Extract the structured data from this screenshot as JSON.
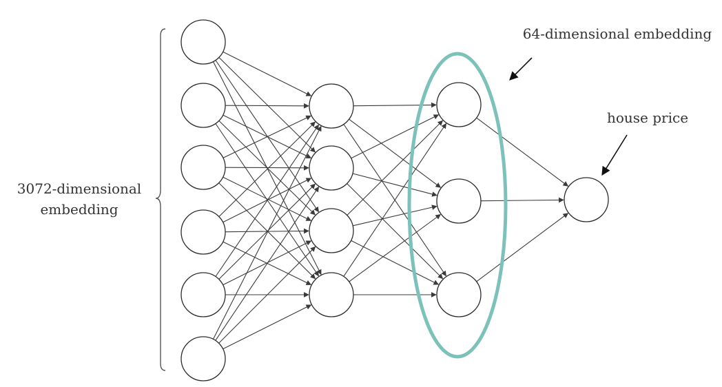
{
  "labels": {
    "input_line1": "3072-dimensional",
    "input_line2": "embedding",
    "hidden_embedding": "64-dimensional embedding",
    "output": "house price"
  },
  "network": {
    "layers": [
      6,
      4,
      3,
      1
    ],
    "fully_connected": true,
    "highlighted_layer": 2
  },
  "colors": {
    "highlight": "#7cc2bb",
    "node_stroke": "#2a2a2a",
    "edge": "#3a3a3a"
  }
}
